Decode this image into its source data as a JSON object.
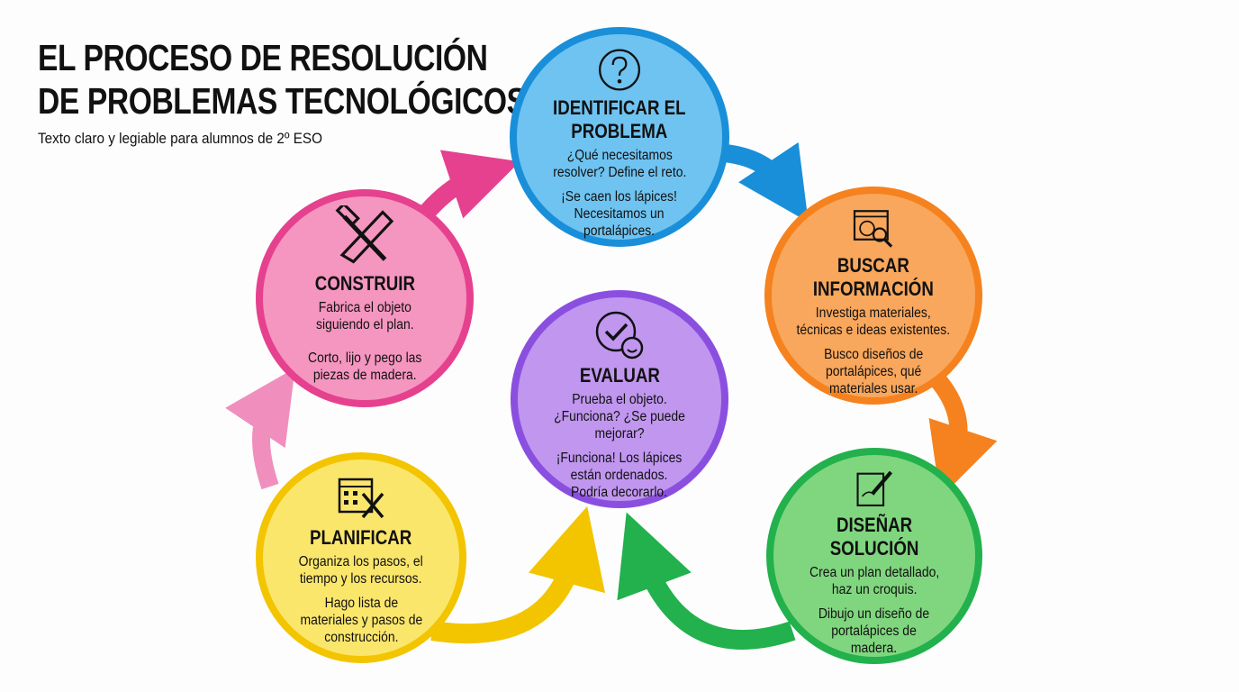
{
  "header": {
    "title_line1": "EL PROCESO DE RESOLUCIÓN",
    "title_line2": "DE PROBLEMAS TECNOLÓGICOS",
    "subtitle": "Texto claro y legiable para alumnos de 2º ESO"
  },
  "colors": {
    "identificar": {
      "fill": "#6fc3f1",
      "border": "#1a8fd9"
    },
    "buscar": {
      "fill": "#f9a75c",
      "border": "#f5821f"
    },
    "disenar": {
      "fill": "#80d67f",
      "border": "#22b14c"
    },
    "planificar": {
      "fill": "#fbe66c",
      "border": "#f3c400"
    },
    "construir": {
      "fill": "#f596c0",
      "border": "#e5418e"
    },
    "evaluar": {
      "fill": "#c096ef",
      "border": "#8b4fe0"
    }
  },
  "steps": {
    "identificar": {
      "icon": "question-icon",
      "title": [
        "IDENTIFICAR EL",
        "PROBLEMA"
      ],
      "desc": [
        "¿Qué necesitamos",
        "resolver? Define el reto."
      ],
      "example": [
        "¡Se caen los lápices!",
        "Necesitamos un",
        "portalápices."
      ]
    },
    "buscar": {
      "icon": "web-search-icon",
      "title": [
        "BUSCAR",
        "INFORMACIÓN"
      ],
      "desc": [
        "Investiga materiales,",
        "técnicas e ideas existentes."
      ],
      "example": [
        "Busco diseños de",
        "portalápices, qué",
        "materiales usar."
      ]
    },
    "disenar": {
      "icon": "blueprint-pencil-icon",
      "title": [
        "DISEÑAR",
        "SOLUCIÓN"
      ],
      "desc": [
        "Crea un plan detallado,",
        "haz un croquis."
      ],
      "example": [
        "Dibujo un diseño de",
        "portalápices de",
        "madera."
      ]
    },
    "planificar": {
      "icon": "calendar-tools-icon",
      "title": [
        "PLANIFICAR"
      ],
      "desc": [
        "Organiza los pasos, el",
        "tiempo y los recursos."
      ],
      "example": [
        "Hago lista de",
        "materiales y pasos de",
        "construcción."
      ]
    },
    "construir": {
      "icon": "hammer-saw-icon",
      "title": [
        "CONSTRUIR"
      ],
      "desc": [
        "Fabrica el objeto",
        "siguiendo el plan."
      ],
      "example": [
        "Corto, lijo y pego las",
        "piezas de madera."
      ]
    },
    "evaluar": {
      "icon": "check-smile-icon",
      "title": [
        "EVALUAR"
      ],
      "desc": [
        "Prueba el objeto.",
        "¿Funciona? ¿Se puede",
        "mejorar?"
      ],
      "example": [
        "¡Funciona! Los lápices",
        "están ordenados.",
        "Podría decorarlo."
      ]
    }
  }
}
